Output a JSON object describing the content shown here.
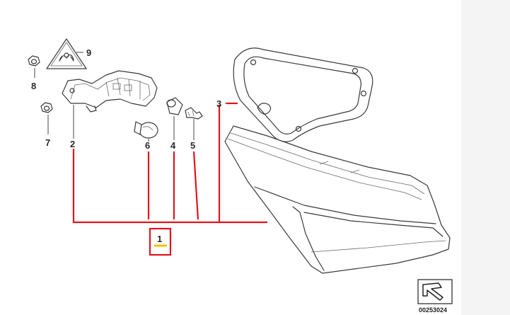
{
  "callouts": {
    "c1": "1",
    "c2": "2",
    "c3": "3",
    "c4": "4",
    "c5": "5",
    "c6": "6",
    "c7": "7",
    "c8": "8",
    "c9": "9"
  },
  "catalog_number": "00253024",
  "colors": {
    "highlight_red": "#e0141e",
    "highlight_yellow": "#f2c200",
    "line_art": "#3a3a3a"
  }
}
